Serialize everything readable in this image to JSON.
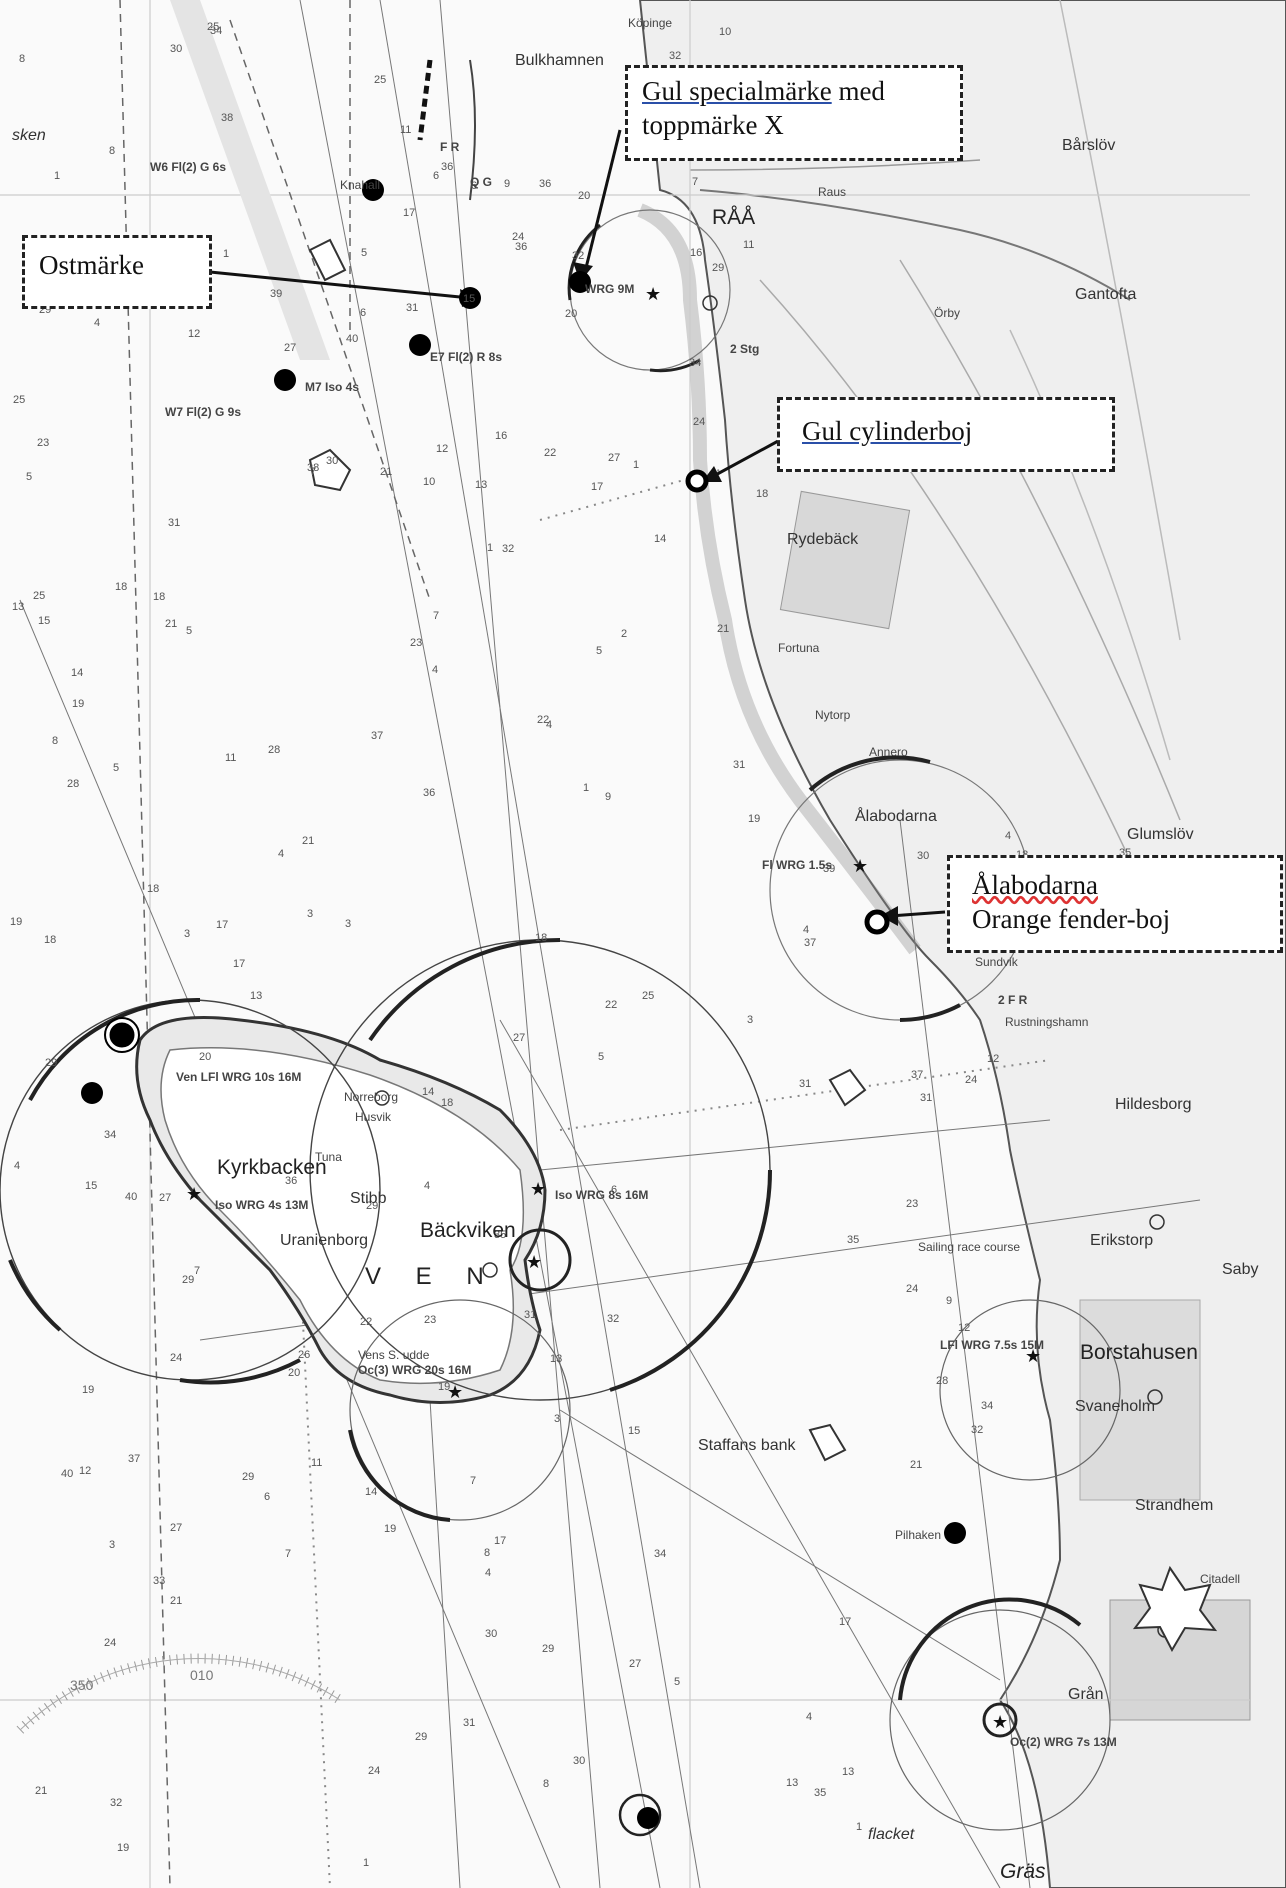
{
  "callouts": {
    "gul_special_line1_a": "Gul specialmärke",
    "gul_special_line1_b": " med",
    "gul_special_line2": "toppmärke X",
    "ostmarke": "Ostmärke",
    "cylinderboj": "Gul  cylinderboj",
    "alabodarna_line1": "Ålabodarna",
    "alabodarna_line2": "Orange fender-boj"
  },
  "places": {
    "bulkhamnen": "Bulkhamnen",
    "koping": "Köpinge",
    "raus": "Raus",
    "raa": "RÅÅ",
    "barslov": "Bårslöv",
    "gantofta": "Gantofta",
    "orby": "Örby",
    "rydeback": "Rydebäck",
    "fortuna": "Fortuna",
    "nytorp": "Nytorp",
    "annero": "Annero",
    "alabodarna": "Ålabodarna",
    "glumslov": "Glumslöv",
    "sundvik": "Sundvik",
    "rustningshamn": "Rustningshamn",
    "hildesborg": "Hildesborg",
    "erikstorp": "Erikstorp",
    "saby": "Saby",
    "borstahusen": "Borstahusen",
    "svaneholm": "Svaneholm",
    "strandhem": "Strandhem",
    "citadell": "Citadell",
    "gran": "Grån",
    "kyrkbacken": "Kyrkbacken",
    "stibb": "Stibb",
    "uranienborg": "Uranienborg",
    "backviken": "Bäckviken",
    "ven": "V E N",
    "norreborg": "Norreborg",
    "husvik": "Husvik",
    "tuna": "Tuna",
    "ven_s_udde": "Vens S. udde",
    "staffans_bank": "Staffans bank",
    "pilhaken": "Pilhaken",
    "flacket": "flacket",
    "gras": "Gräs",
    "sken": "sken",
    "knaha": "Knahall",
    "sailing": "Sailing race course"
  },
  "lights": {
    "ven_light": "Ven LFl WRG 10s 16M",
    "kyrkbacken_light": "Iso WRG 4s 13M",
    "haken_light": "Iso WRG 8s 16M",
    "s_udde_light": "Oc(3) WRG 20s 16M",
    "alabodarna_light": "Fl WRG 1.5s",
    "borstahusen_light": "LFl WRG 7.5s 15M",
    "grasrannan_light": "Oc(2) WRG 7s 13M",
    "raa_light": "WRG 9M",
    "w6": "W6 Fl(2) G 6s",
    "w7": "W7 Fl(2) G 9s",
    "m7": "M7 Iso 4s",
    "e7": "E7 Fl(2) R 8s",
    "fr_label": "F R",
    "og_label": "Q G",
    "two_fr": "2 F R",
    "two_stg": "2 Stg"
  }
}
